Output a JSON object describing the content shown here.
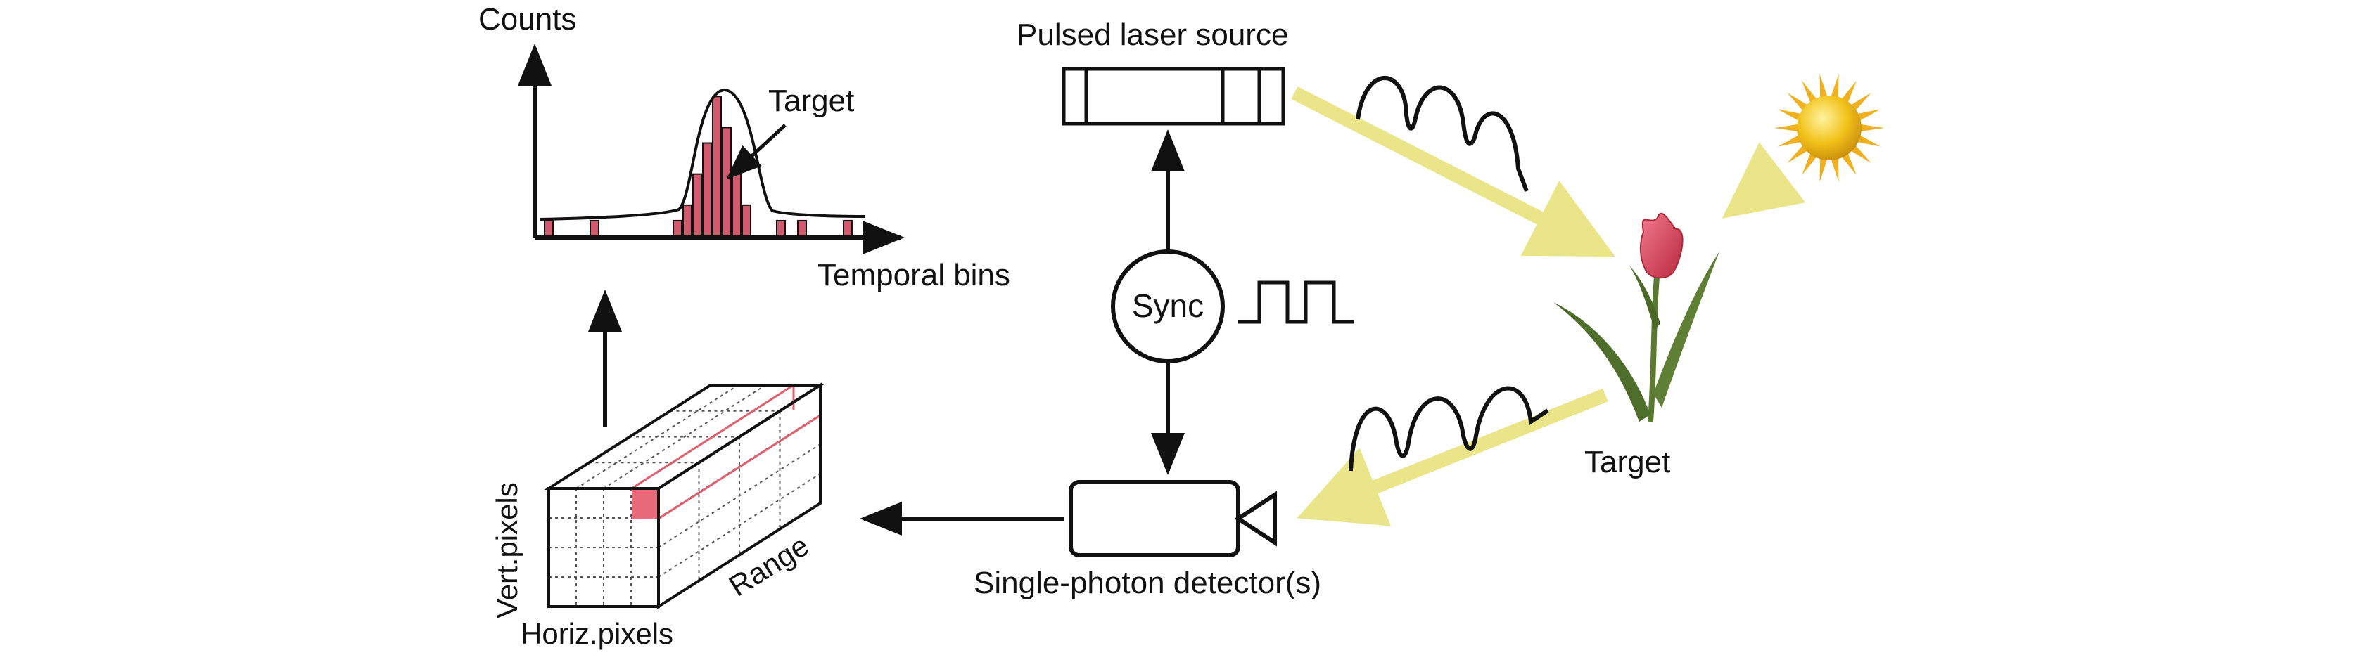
{
  "labels": {
    "counts": "Counts",
    "histogram_target": "Target",
    "temporal_bins": "Temporal bins",
    "laser": "Pulsed laser source",
    "sync": "Sync",
    "target": "Target",
    "detector": "Single-photon detector(s)",
    "vert_pixels": "Vert.pixels",
    "horiz_pixels": "Horiz.pixels",
    "range": "Range"
  },
  "histogram": {
    "bins": [
      1,
      1,
      1,
      2,
      4,
      6,
      9,
      7,
      4,
      2,
      1,
      1,
      1
    ]
  },
  "colors": {
    "ink": "#111111",
    "beam": "#ebe58a",
    "bar": "#d05a6e",
    "cube_highlight": "#e0606f",
    "cube_cell": "#e86a7a",
    "sun_core": "#f2c21a",
    "sun_ray": "#f0b020",
    "flower": "#e0455f",
    "leaf": "#4f6e2c"
  },
  "icons": {
    "sun": "sun-icon",
    "flower": "tulip-icon",
    "detector": "camera-icon",
    "laser": "laser-box-icon"
  }
}
